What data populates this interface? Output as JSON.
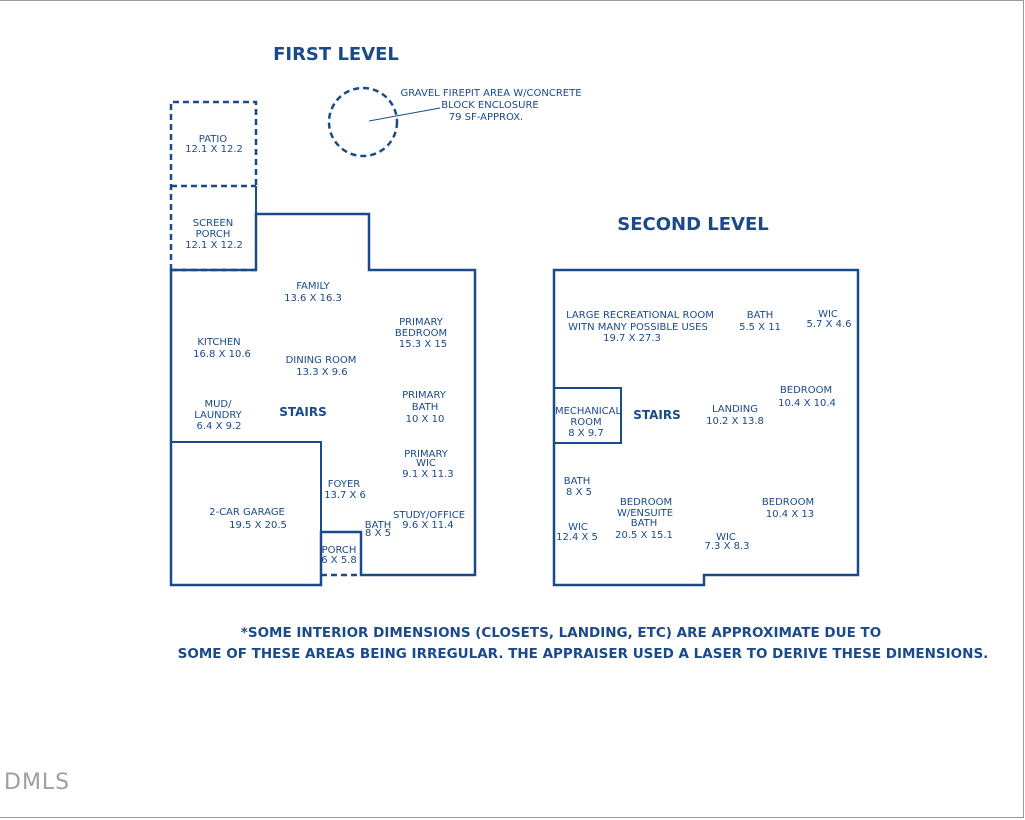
{
  "first_level": {
    "title": "FIRST LEVEL",
    "firepit": {
      "line1": "GRAVEL FIREPIT AREA W/CONCRETE",
      "line2": "BLOCK ENCLOSURE",
      "line3": "79 SF-APPROX."
    },
    "rooms": {
      "patio": {
        "name": "PATIO",
        "dim": "12.1 X 12.2"
      },
      "screen_porch": {
        "name1": "SCREEN",
        "name2": "PORCH",
        "dim": "12.1 X 12.2"
      },
      "family": {
        "name": "FAMILY",
        "dim": "13.6 X 16.3"
      },
      "kitchen": {
        "name": "KITCHEN",
        "dim": "16.8 X 10.6"
      },
      "dining": {
        "name": "DINING ROOM",
        "dim": "13.3 X 9.6"
      },
      "primary_bedroom": {
        "name1": "PRIMARY",
        "name2": "BEDROOM",
        "dim": "15.3 X 15"
      },
      "mud_laundry": {
        "name1": "MUD/",
        "name2": "LAUNDRY",
        "dim": "6.4 X 9.2"
      },
      "stairs": "STAIRS",
      "primary_bath": {
        "name1": "PRIMARY",
        "name2": "BATH",
        "dim": "10 X 10"
      },
      "primary_wic": {
        "name1": "PRIMARY",
        "name2": "WIC",
        "dim": "9.1 X 11.3"
      },
      "foyer": {
        "name": "FOYER",
        "dim": "13.7 X 6"
      },
      "garage": {
        "name": "2-CAR GARAGE",
        "dim": "19.5 X 20.5"
      },
      "study": {
        "name": "STUDY/OFFICE",
        "dim": "9.6 X 11.4"
      },
      "bath": {
        "name": "BATH",
        "dim": "8 X 5"
      },
      "porch": {
        "name": "PORCH",
        "dim": "6 X 5.8"
      }
    }
  },
  "second_level": {
    "title": "SECOND LEVEL",
    "rooms": {
      "rec_room": {
        "line1": "LARGE RECREATIONAL ROOM",
        "line2": "WITN MANY POSSIBLE USES",
        "dim": "19.7 X 27.3"
      },
      "bath_top": {
        "name": "BATH",
        "dim": "5.5 X 11"
      },
      "wic_top": {
        "name": "WIC",
        "dim": "5.7 X 4.6"
      },
      "bedroom_right": {
        "name": "BEDROOM",
        "dim": "10.4 X 10.4"
      },
      "mechanical": {
        "name1": "MECHANICAL",
        "name2": "ROOM",
        "dim": "8 X 9.7"
      },
      "stairs": "STAIRS",
      "landing": {
        "name": "LANDING",
        "dim": "10.2 X 13.8"
      },
      "bath_left": {
        "name": "BATH",
        "dim": "8 X 5"
      },
      "bedroom_ensuite": {
        "name1": "BEDROOM",
        "name2": "W/ENSUITE",
        "name3": "BATH",
        "dim": "20.5 X 15.1"
      },
      "bedroom_lower": {
        "name": "BEDROOM",
        "dim": "10.4 X 13"
      },
      "wic_left": {
        "name": "WIC",
        "dim": "12.4 X 5"
      },
      "wic_mid": {
        "name": "WIC",
        "dim": "7.3 X 8.3"
      }
    }
  },
  "note": {
    "line1": "*SOME INTERIOR DIMENSIONS (CLOSETS, LANDING, ETC) ARE APPROXIMATE DUE TO",
    "line2": "SOME OF THESE AREAS BEING IRREGULAR.  THE APPRAISER USED A LASER TO DERIVE THESE DIMENSIONS."
  },
  "logo": "DMLS",
  "colors": {
    "ink": "#1a4a8a",
    "background": "#ffffff"
  }
}
